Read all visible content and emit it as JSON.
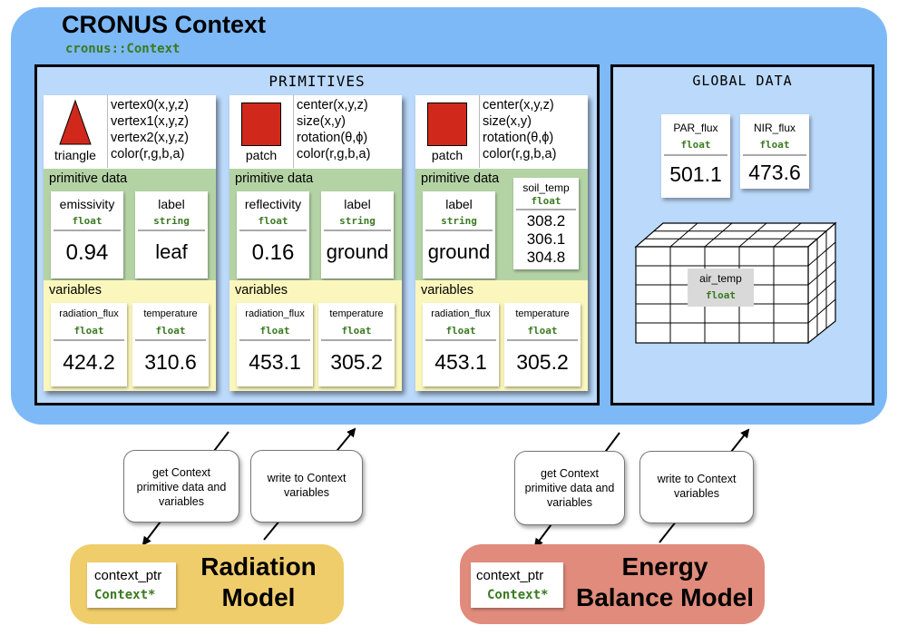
{
  "context": {
    "title": "CRONUS Context",
    "subtitle": "cronus::Context",
    "primitives_title": "PRIMITIVES",
    "global_title": "GLOBAL DATA"
  },
  "primitives": [
    {
      "shape": "triangle",
      "shape_label": "triangle",
      "attrs": [
        "vertex0(x,y,z)",
        "vertex1(x,y,z)",
        "vertex2(x,y,z)",
        "color(r,g,b,a)"
      ],
      "data_label": "primitive data",
      "data": [
        {
          "name": "emissivity",
          "type": "float",
          "values": [
            "0.94"
          ]
        },
        {
          "name": "label",
          "type": "string",
          "values": [
            "leaf"
          ]
        }
      ],
      "vars_label": "variables",
      "vars": [
        {
          "name": "radiation_flux",
          "type": "float",
          "value": "424.2"
        },
        {
          "name": "temperature",
          "type": "float",
          "value": "310.6"
        }
      ]
    },
    {
      "shape": "patch",
      "shape_label": "patch",
      "attrs": [
        "center(x,y,z)",
        "size(x,y)",
        "rotation(θ,ϕ)",
        "color(r,g,b,a)"
      ],
      "data_label": "primitive data",
      "data": [
        {
          "name": "reflectivity",
          "type": "float",
          "values": [
            "0.16"
          ]
        },
        {
          "name": "label",
          "type": "string",
          "values": [
            "ground"
          ]
        }
      ],
      "vars_label": "variables",
      "vars": [
        {
          "name": "radiation_flux",
          "type": "float",
          "value": "453.1"
        },
        {
          "name": "temperature",
          "type": "float",
          "value": "305.2"
        }
      ]
    },
    {
      "shape": "patch",
      "shape_label": "patch",
      "attrs": [
        "center(x,y,z)",
        "size(x,y)",
        "rotation(θ,ϕ)",
        "color(r,g,b,a)"
      ],
      "data_label": "primitive data",
      "data": [
        {
          "name": "label",
          "type": "string",
          "values": [
            "ground"
          ]
        },
        {
          "name": "soil_temp",
          "type": "float",
          "values": [
            "308.2",
            "306.1",
            "304.8"
          ]
        }
      ],
      "vars_label": "variables",
      "vars": [
        {
          "name": "radiation_flux",
          "type": "float",
          "value": "453.1"
        },
        {
          "name": "temperature",
          "type": "float",
          "value": "305.2"
        }
      ]
    }
  ],
  "global": {
    "fields": [
      {
        "name": "PAR_flux",
        "type": "float",
        "value": "501.1"
      },
      {
        "name": "NIR_flux",
        "type": "float",
        "value": "473.6"
      }
    ],
    "grid": {
      "name": "air_temp",
      "type": "float"
    }
  },
  "bubbles": {
    "rad_get": "get Context primitive data and variables",
    "rad_write": "write to Context variables",
    "eb_get": "get Context primitive data and variables",
    "eb_write": "write to Context variables"
  },
  "models": {
    "radiation": {
      "ptr_name": "context_ptr",
      "ptr_type": "Context*",
      "line1": "Radiation",
      "line2": "Model",
      "color": "#f0cd6b"
    },
    "energy": {
      "ptr_name": "context_ptr",
      "ptr_type": "Context*",
      "line1": "Energy",
      "line2": "Balance Model",
      "color": "#e08b7b"
    }
  },
  "colors": {
    "context_bg": "#7db9f7",
    "panel_bg": "#bbd9fa",
    "primitive_data_bg": "#b4d3a5",
    "variables_bg": "#fbf7bc",
    "shape_red": "#d0291c",
    "type_green": "#3a7a21"
  }
}
